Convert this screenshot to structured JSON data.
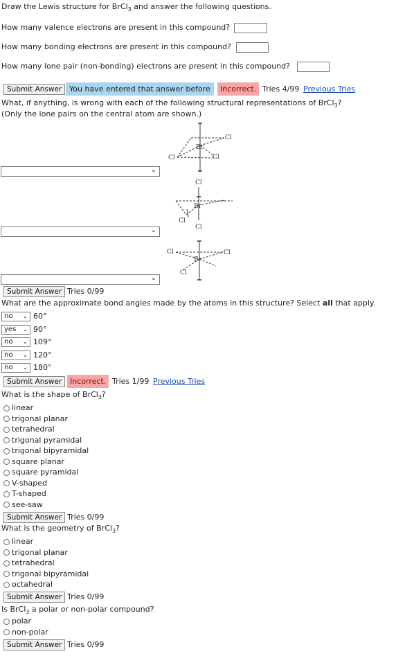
{
  "q1": {
    "intro": "Draw the Lewis structure for BrCl",
    "intro_sub": "3",
    "intro_end": " and answer the following questions.",
    "valence": "How many valence electrons are present in this compound?",
    "bonding": "How many bonding electrons are present in this compound?",
    "lonepair": "How many lone pair (non-bonding) electrons are present in this compound?",
    "submit": "Submit Answer",
    "entered": "You have entered that answer before",
    "incorrect": "Incorrect.",
    "tries": "Tries 4/99",
    "prev": "Previous Tries"
  },
  "q2": {
    "line1": "What, if anything, is wrong with each of the following structural representations of BrCl",
    "line1_sub": "3",
    "line1_end": "?",
    "line2": "(Only the lone pairs on the central atom are shown.)",
    "submit": "Submit Answer",
    "tries": "Tries 0/99",
    "atoms": {
      "br": "Br",
      "cl": "Cl"
    }
  },
  "q3": {
    "question_pre": "What are the approximate bond angles made by the atoms in this structure? Select ",
    "question_bold": "all",
    "question_post": " that apply.",
    "angles": [
      {
        "sel": "no",
        "label": "60°"
      },
      {
        "sel": "yes",
        "label": "90°"
      },
      {
        "sel": "no",
        "label": "109°"
      },
      {
        "sel": "no",
        "label": "120°"
      },
      {
        "sel": "no",
        "label": "180°"
      }
    ],
    "submit": "Submit Answer",
    "incorrect": "Incorrect.",
    "tries": "Tries 1/99",
    "prev": "Previous Tries"
  },
  "q4": {
    "question": "What is the shape of BrCl",
    "question_sub": "3",
    "question_end": "?",
    "options": [
      "linear",
      "trigonal planar",
      "tetrahedral",
      "trigonal pyramidal",
      "trigonal bipyramidal",
      "square planar",
      "square pyramidal",
      "V-shaped",
      "T-shaped",
      "see-saw"
    ],
    "submit": "Submit Answer",
    "tries": "Tries 0/99"
  },
  "q5": {
    "question": "What is the geometry of BrCl",
    "question_sub": "3",
    "question_end": "?",
    "options": [
      "linear",
      "trigonal planar",
      "tetrahedral",
      "trigonal bipyramidal",
      "octahedral"
    ],
    "submit": "Submit Answer",
    "tries": "Tries 0/99"
  },
  "q6": {
    "question": "Is BrCl",
    "question_sub": "3",
    "question_end": " a polar or non-polar compound?",
    "options": [
      "polar",
      "non-polar"
    ],
    "submit": "Submit Answer",
    "tries": "Tries 0/99"
  },
  "colors": {
    "entered_bg": "#a9d6ec",
    "incorrect_bg": "#f7a6a6",
    "link": "#1a4fb0"
  }
}
